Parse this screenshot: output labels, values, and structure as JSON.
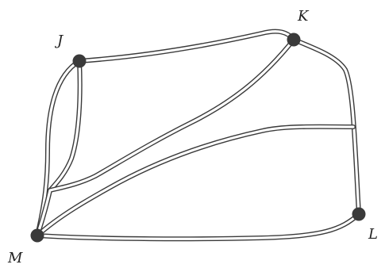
{
  "diagram": {
    "description_free": true,
    "nodes": [
      {
        "id": "J",
        "label": "J"
      },
      {
        "id": "K",
        "label": "K"
      },
      {
        "id": "L",
        "label": "L"
      },
      {
        "id": "M",
        "label": "M"
      }
    ],
    "edges": [
      {
        "from": "J",
        "to": "K"
      },
      {
        "from": "K",
        "to": "L"
      },
      {
        "from": "L",
        "to": "M"
      },
      {
        "from": "J",
        "to": "M",
        "variant": "outer"
      },
      {
        "from": "J",
        "to": "M",
        "variant": "inner"
      },
      {
        "from": "K",
        "to": "M"
      },
      {
        "from": "K-L road",
        "to": "M"
      }
    ],
    "colors": {
      "road": "#3a3a3a",
      "node": "#3a3a3a",
      "label": "#222222",
      "background": "#ffffff"
    }
  }
}
